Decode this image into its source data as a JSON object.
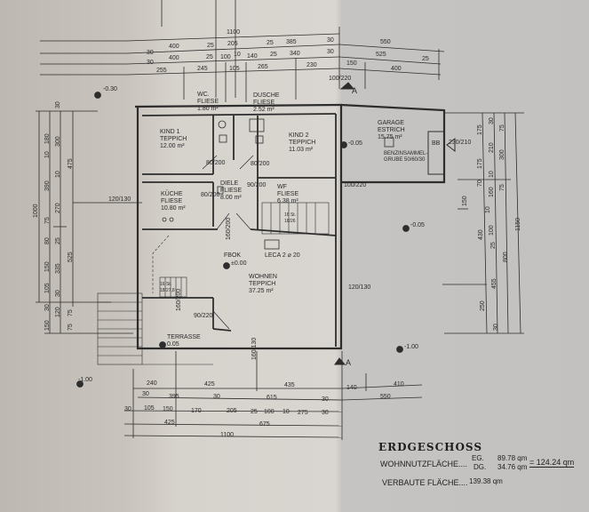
{
  "title": "ERDGESCHOSS",
  "areas": {
    "wohnnutz_label": "WOHNNUTZFLÄCHE....",
    "eg_label": "EG.",
    "dg_label": "DG.",
    "eg_value": "89.78 qm",
    "dg_value": "34.76 qm",
    "total": "= 124.24 qm",
    "verbaut_label": "VERBAUTE FLÄCHE....",
    "verbaut_value": "139.38 qm"
  },
  "rooms": [
    {
      "name": "KIND 1",
      "floor": "TEPPICH",
      "area": "12.00 m²"
    },
    {
      "name": "WC.",
      "floor": "FLIESE",
      "area": "1.80 m²"
    },
    {
      "name": "DUSCHE",
      "floor": "FLIESE",
      "area": "2.52 m²"
    },
    {
      "name": "KIND 2",
      "floor": "TEPPICH",
      "area": "11.03 m²"
    },
    {
      "name": "GARAGE",
      "floor": "ESTRICH",
      "area": "15.75 m²"
    },
    {
      "name": "KÜCHE",
      "floor": "FLIESE",
      "area": "10.80 m²"
    },
    {
      "name": "DIELE",
      "floor": "FLIESE",
      "area": "8.00 m²"
    },
    {
      "name": "WF",
      "floor": "FLIESE",
      "area": "6.38 m²"
    },
    {
      "name": "WOHNEN",
      "floor": "TEPPICH",
      "area": "37.25 m²"
    },
    {
      "name": "TERRASSE",
      "floor": "",
      "area": "0.05"
    }
  ],
  "annotations": {
    "fbok": "FBOK",
    "fbok_level": "±0.00",
    "leca": "LECA 2 ⌀ 20",
    "benzin": "BENZINSAMMEL-",
    "grube": "GRUBE 50/60/30",
    "bb": "BB",
    "level_030": "-0.30",
    "level_005_a": "-0.05",
    "level_005_b": "-0.05",
    "level_100_a": "-1.00",
    "level_100_b": "-1.00",
    "section_a": "A",
    "stairs_1": "16 St.",
    "stairs_1b": "18/27,8",
    "stairs_2": "16 St.",
    "stairs_2b": "18/26"
  },
  "dims_top": {
    "row1": [
      "1100"
    ],
    "row2": [
      "400",
      "25",
      "205",
      "25",
      "385",
      "30",
      "550"
    ],
    "row3": [
      "30",
      "400",
      "25",
      "100",
      "10",
      "140",
      "25",
      "340",
      "30",
      "525",
      "25"
    ],
    "row4": [
      "30",
      "255",
      "245",
      "105",
      "265",
      "230",
      "150",
      "400"
    ]
  },
  "dims_bottom": {
    "row1": [
      "240",
      "425",
      "435",
      "140",
      "410"
    ],
    "row2": [
      "30",
      "395",
      "30",
      "615",
      "30",
      "550"
    ],
    "row3": [
      "30",
      "105",
      "150",
      "170",
      "205",
      "25",
      "100",
      "10",
      "275",
      "30"
    ],
    "row4": [
      "425",
      "675"
    ],
    "row5": [
      "1100"
    ]
  },
  "dims_left": [
    "1000",
    "390",
    "180",
    "10",
    "75",
    "80",
    "150",
    "105",
    "30",
    "150",
    "30",
    "300",
    "10",
    "270",
    "25",
    "335",
    "30",
    "120",
    "475",
    "525",
    "75",
    "75"
  ],
  "dims_right": [
    "175",
    "175",
    "70",
    "430",
    "250",
    "30",
    "210",
    "10",
    "160",
    "10",
    "100",
    "25",
    "455",
    "30",
    "75",
    "300",
    "75",
    "800",
    "1150"
  ],
  "openings": [
    "120/130",
    "120/130",
    "80/200",
    "80/200",
    "90/200",
    "80/200",
    "100/220",
    "160/200",
    "160/200",
    "90/220",
    "160/130",
    "230/210",
    "100/220",
    "150"
  ]
}
